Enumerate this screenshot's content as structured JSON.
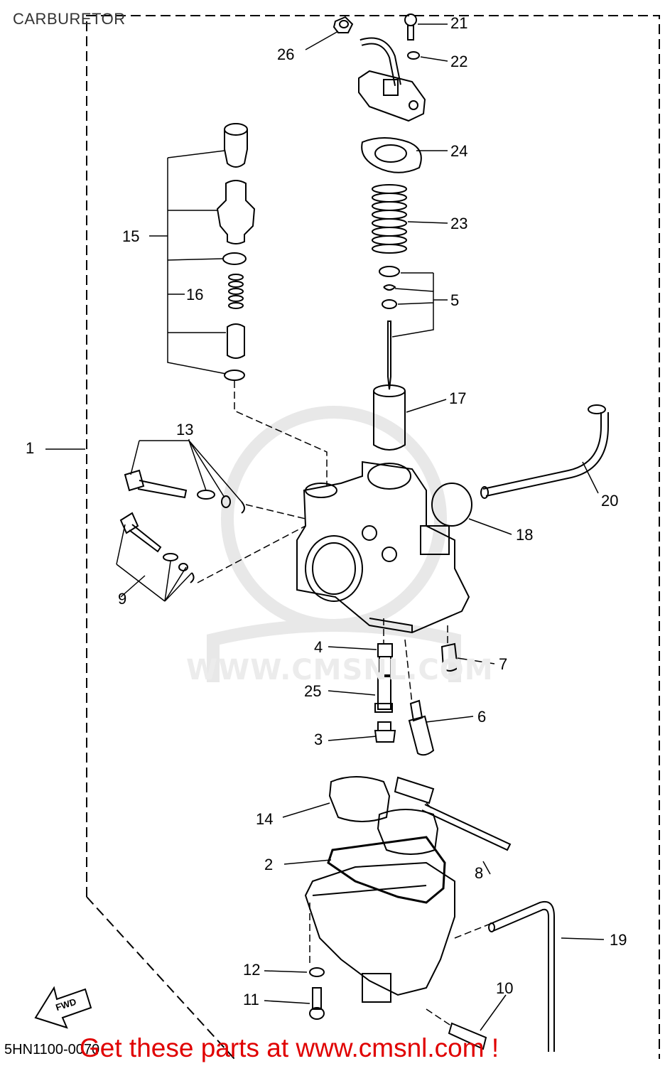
{
  "title": "CARBURETOR",
  "diagram_code": "5HN1100-0070",
  "promo_text": "Get these parts at www.cmsnl.com !",
  "watermark_text": "WWW.CMSNL.COM",
  "fwd_label": "FWD",
  "colors": {
    "line": "#000000",
    "promo": "#e00000",
    "watermark": "#ececec"
  },
  "callouts": {
    "c1": "1",
    "c2": "2",
    "c3": "3",
    "c4": "4",
    "c5": "5",
    "c6": "6",
    "c7": "7",
    "c8": "8",
    "c9": "9",
    "c10": "10",
    "c11": "11",
    "c12": "12",
    "c13": "13",
    "c14": "14",
    "c15": "15",
    "c16": "16",
    "c17": "17",
    "c18": "18",
    "c19": "19",
    "c20": "20",
    "c21": "21",
    "c22": "22",
    "c23": "23",
    "c24": "24",
    "c25": "25",
    "c26": "26"
  }
}
